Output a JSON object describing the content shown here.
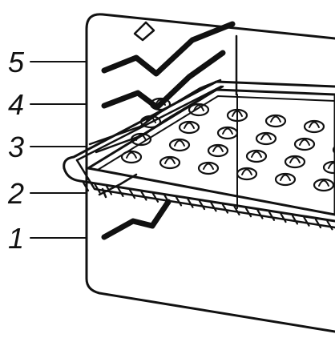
{
  "diagram": {
    "subject": "oven-shelf-positions",
    "levels": [
      {
        "label": "5"
      },
      {
        "label": "4"
      },
      {
        "label": "3"
      },
      {
        "label": "2"
      },
      {
        "label": "1"
      }
    ],
    "rack_level": "3",
    "tray": {
      "rows": 4,
      "cookies_per_row": 7
    },
    "colors": {
      "ink": "#111111",
      "background": "#ffffff",
      "tray_fill": "#ffffff"
    }
  }
}
